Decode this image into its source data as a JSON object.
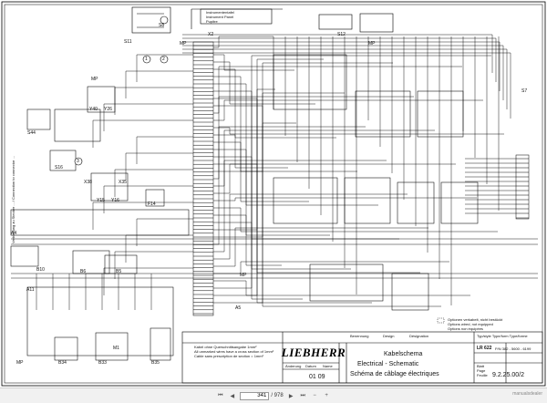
{
  "diagram": {
    "component_labels": {
      "s11": "S11",
      "s12": "S12",
      "s8": "S8",
      "s7": "S7",
      "s44": "S44",
      "s16": "S16",
      "y40": "Y40",
      "y26": "Y26",
      "x35": "X35",
      "x38": "X38",
      "y15": "Y15",
      "y16": "Y16",
      "f14": "F14",
      "b10": "B10",
      "b6": "B6",
      "b5": "B5",
      "a11": "A11",
      "b34": "B34",
      "b33": "B33",
      "b35": "B35",
      "m1": "M1",
      "a4": "A4",
      "a5": "A5",
      "x2": "X2",
      "mp1": "MP",
      "mp2": "MP",
      "mp3": "MP",
      "mp4": "MP",
      "mp5": "MP"
    },
    "callouts": [
      "1",
      "2",
      "3"
    ],
    "instrument_panel": [
      "Instrumententafel",
      "Instrument Panel",
      "Pupitre"
    ],
    "vertical_note": "Verbindung zu Stecker ... / Connection to connector ...",
    "optional_note": [
      "Optionen verkabelt, nicht bestückt",
      "Options wired, not equipped",
      "Options non équipées"
    ],
    "cable_note": [
      "Kabel ohne Querschnittsangabe 1mm²",
      "All unmarked wires have a cross section of 1mm²",
      "Cable sans prescription de section = 1mm²"
    ]
  },
  "title_block": {
    "logo": "LIEBHERR",
    "header_cells": [
      "Benennung",
      "Design",
      "Désignation"
    ],
    "revision": "01 09",
    "revision_headers": [
      "Änderung",
      "Datum",
      "Name"
    ],
    "title_de": "Kabelschema",
    "title_en": "Electrical - Schematic",
    "title_fr": "Schéma de câblage électriques",
    "type_header": "Typ/style  Type/form  Type/forme",
    "model": "LR 622",
    "part_no": "P/N 382 - 5600 - 6199",
    "sheet_labels": [
      "Blatt",
      "Page",
      "Feuille"
    ],
    "doc_number": "9.2.25.00/2"
  },
  "toolbar": {
    "page_value": "341",
    "page_total": "/ 978",
    "watermark": "manualsdealer"
  }
}
